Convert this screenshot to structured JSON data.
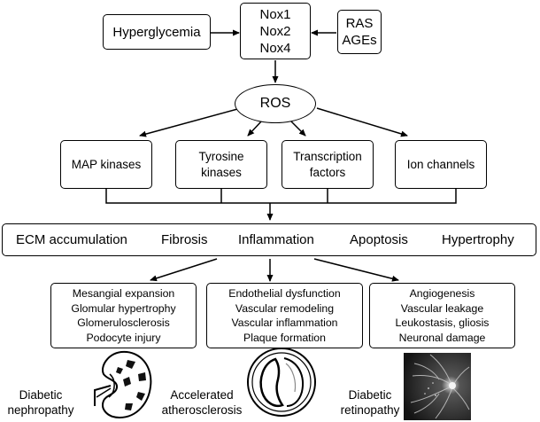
{
  "top": {
    "left_input": "Hyperglycemia",
    "nox": [
      "Nox1",
      "Nox2",
      "Nox4"
    ],
    "right_inputs": [
      "RAS",
      "AGEs"
    ]
  },
  "ros": "ROS",
  "signaling": [
    {
      "lines": [
        "MAP kinases"
      ]
    },
    {
      "lines": [
        "Tyrosine",
        "kinases"
      ]
    },
    {
      "lines": [
        "Transcription",
        "factors"
      ]
    },
    {
      "lines": [
        "Ion channels"
      ]
    }
  ],
  "effects": [
    "ECM accumulation",
    "Fibrosis",
    "Inflammation",
    "Apoptosis",
    "Hypertrophy"
  ],
  "complications": [
    {
      "features": [
        "Mesangial expansion",
        "Glomular hypertrophy",
        "Glomerulosclerosis",
        "Podocyte injury"
      ],
      "caption": [
        "Diabetic",
        "nephropathy"
      ]
    },
    {
      "features": [
        "Endothelial dysfunction",
        "Vascular remodeling",
        "Vascular inflammation",
        "Plaque formation"
      ],
      "caption": [
        "Accelerated",
        "atherosclerosis"
      ]
    },
    {
      "features": [
        "Angiogenesis",
        "Vascular leakage",
        "Leukostasis, gliosis",
        "Neuronal damage"
      ],
      "caption": [
        "Diabetic",
        "retinopathy"
      ]
    }
  ]
}
